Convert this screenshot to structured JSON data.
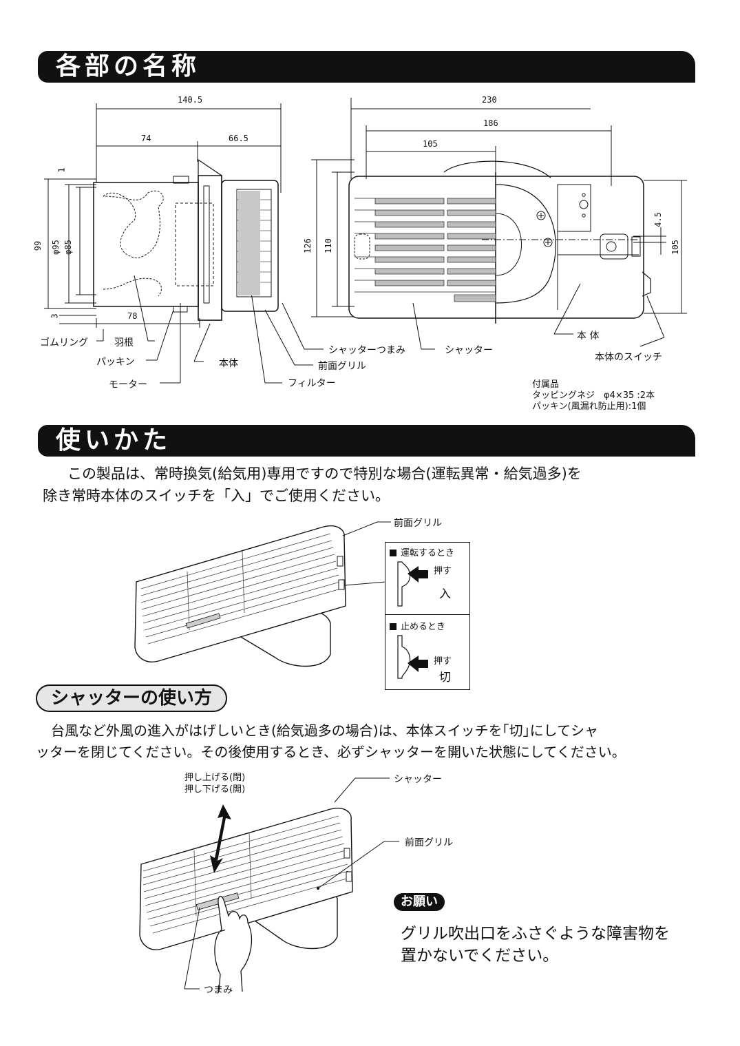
{
  "sections": {
    "parts_title": "各部の名称",
    "usage_title": "使いかた"
  },
  "parts_diagram": {
    "side_view": {
      "dims": {
        "d140_5": "140.5",
        "d74": "74",
        "d66_5": "66.5",
        "d78": "78",
        "d99": "99",
        "dphi95": "φ95",
        "dphi85": "φ85",
        "d1": "1",
        "d3": "3"
      },
      "labels": {
        "gomu": "ゴムリング",
        "hane": "羽根",
        "packing": "パッキン",
        "motor": "モーター",
        "hontai": "本体",
        "filter": "フィルター",
        "front_grill": "前面グリル",
        "shutter_knob": "シャッターつまみ"
      }
    },
    "front_view": {
      "dims": {
        "d230": "230",
        "d186": "186",
        "d105_top": "105",
        "d126": "126",
        "d110": "110",
        "d4_5": "4.5",
        "d105_right": "105"
      },
      "labels": {
        "shutter": "シャッター",
        "hontai": "本 体",
        "switch": "本体のスイッチ"
      }
    },
    "accessories": {
      "title": "付属品",
      "line1": "タッピングネジ　φ4×35 :2本",
      "line2": "パッキン(風漏れ防止用):1個"
    }
  },
  "usage": {
    "para_line1": "この製品は、常時換気(給気用)専用ですので特別な場合(運転異常・給気過多)を",
    "para_line2": "除き常時本体のスイッチを「入」でご使用ください。",
    "grill_label": "前面グリル",
    "run_box": {
      "title": "運転するとき",
      "push": "押す",
      "state": "入"
    },
    "stop_box": {
      "title": "止めるとき",
      "push": "押す",
      "state": "切"
    }
  },
  "shutter_usage": {
    "title": "シャッターの使い方",
    "para_line1": "台風など外風の進入がはげしいとき(給気過多の場合)は、本体スイッチを｢切｣にしてシャ",
    "para_line2": "ッターを閉じてください。その後使用するとき、必ずシャッターを開いた状態にしてください。",
    "push_up": "押し上げる(閉)",
    "push_down": "押し下げる(開)",
    "shutter_label": "シャッター",
    "grill_label": "前面グリル",
    "knob_label": "つまみ",
    "request_badge": "お願い",
    "request_line1": "グリル吹出口をふさぐような障害物を",
    "request_line2": "置かないでください。"
  }
}
